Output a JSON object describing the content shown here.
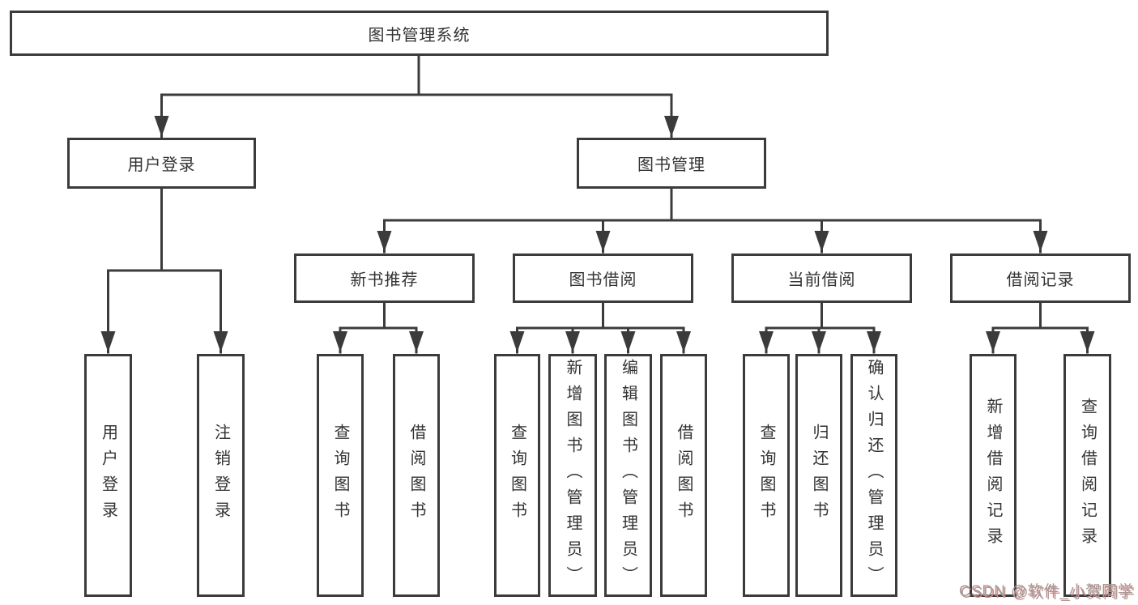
{
  "diagram": {
    "title": "图书管理系统",
    "branches": [
      {
        "label": "用户登录",
        "children": [
          "用户登录",
          "注销登录"
        ]
      },
      {
        "label": "图书管理",
        "groups": [
          {
            "label": "新书推荐",
            "children": [
              "查询图书",
              "借阅图书"
            ]
          },
          {
            "label": "图书借阅",
            "children": [
              "查询图书",
              "新增图书（管理员）",
              "编辑图书（管理员）",
              "借阅图书"
            ]
          },
          {
            "label": "当前借阅",
            "children": [
              "查询图书",
              "归还图书",
              "确认归还（管理员）"
            ]
          },
          {
            "label": "借阅记录",
            "children": [
              "新增借阅记录",
              "查询借阅记录"
            ]
          }
        ]
      }
    ]
  },
  "watermark": {
    "text": "CSDN @软件_小贺同学"
  },
  "colors": {
    "line": "#3b3b3b",
    "text": "#333333",
    "background": "#ffffff",
    "watermark_gray": "#9c9c9c",
    "watermark_red": "#d28b85"
  }
}
